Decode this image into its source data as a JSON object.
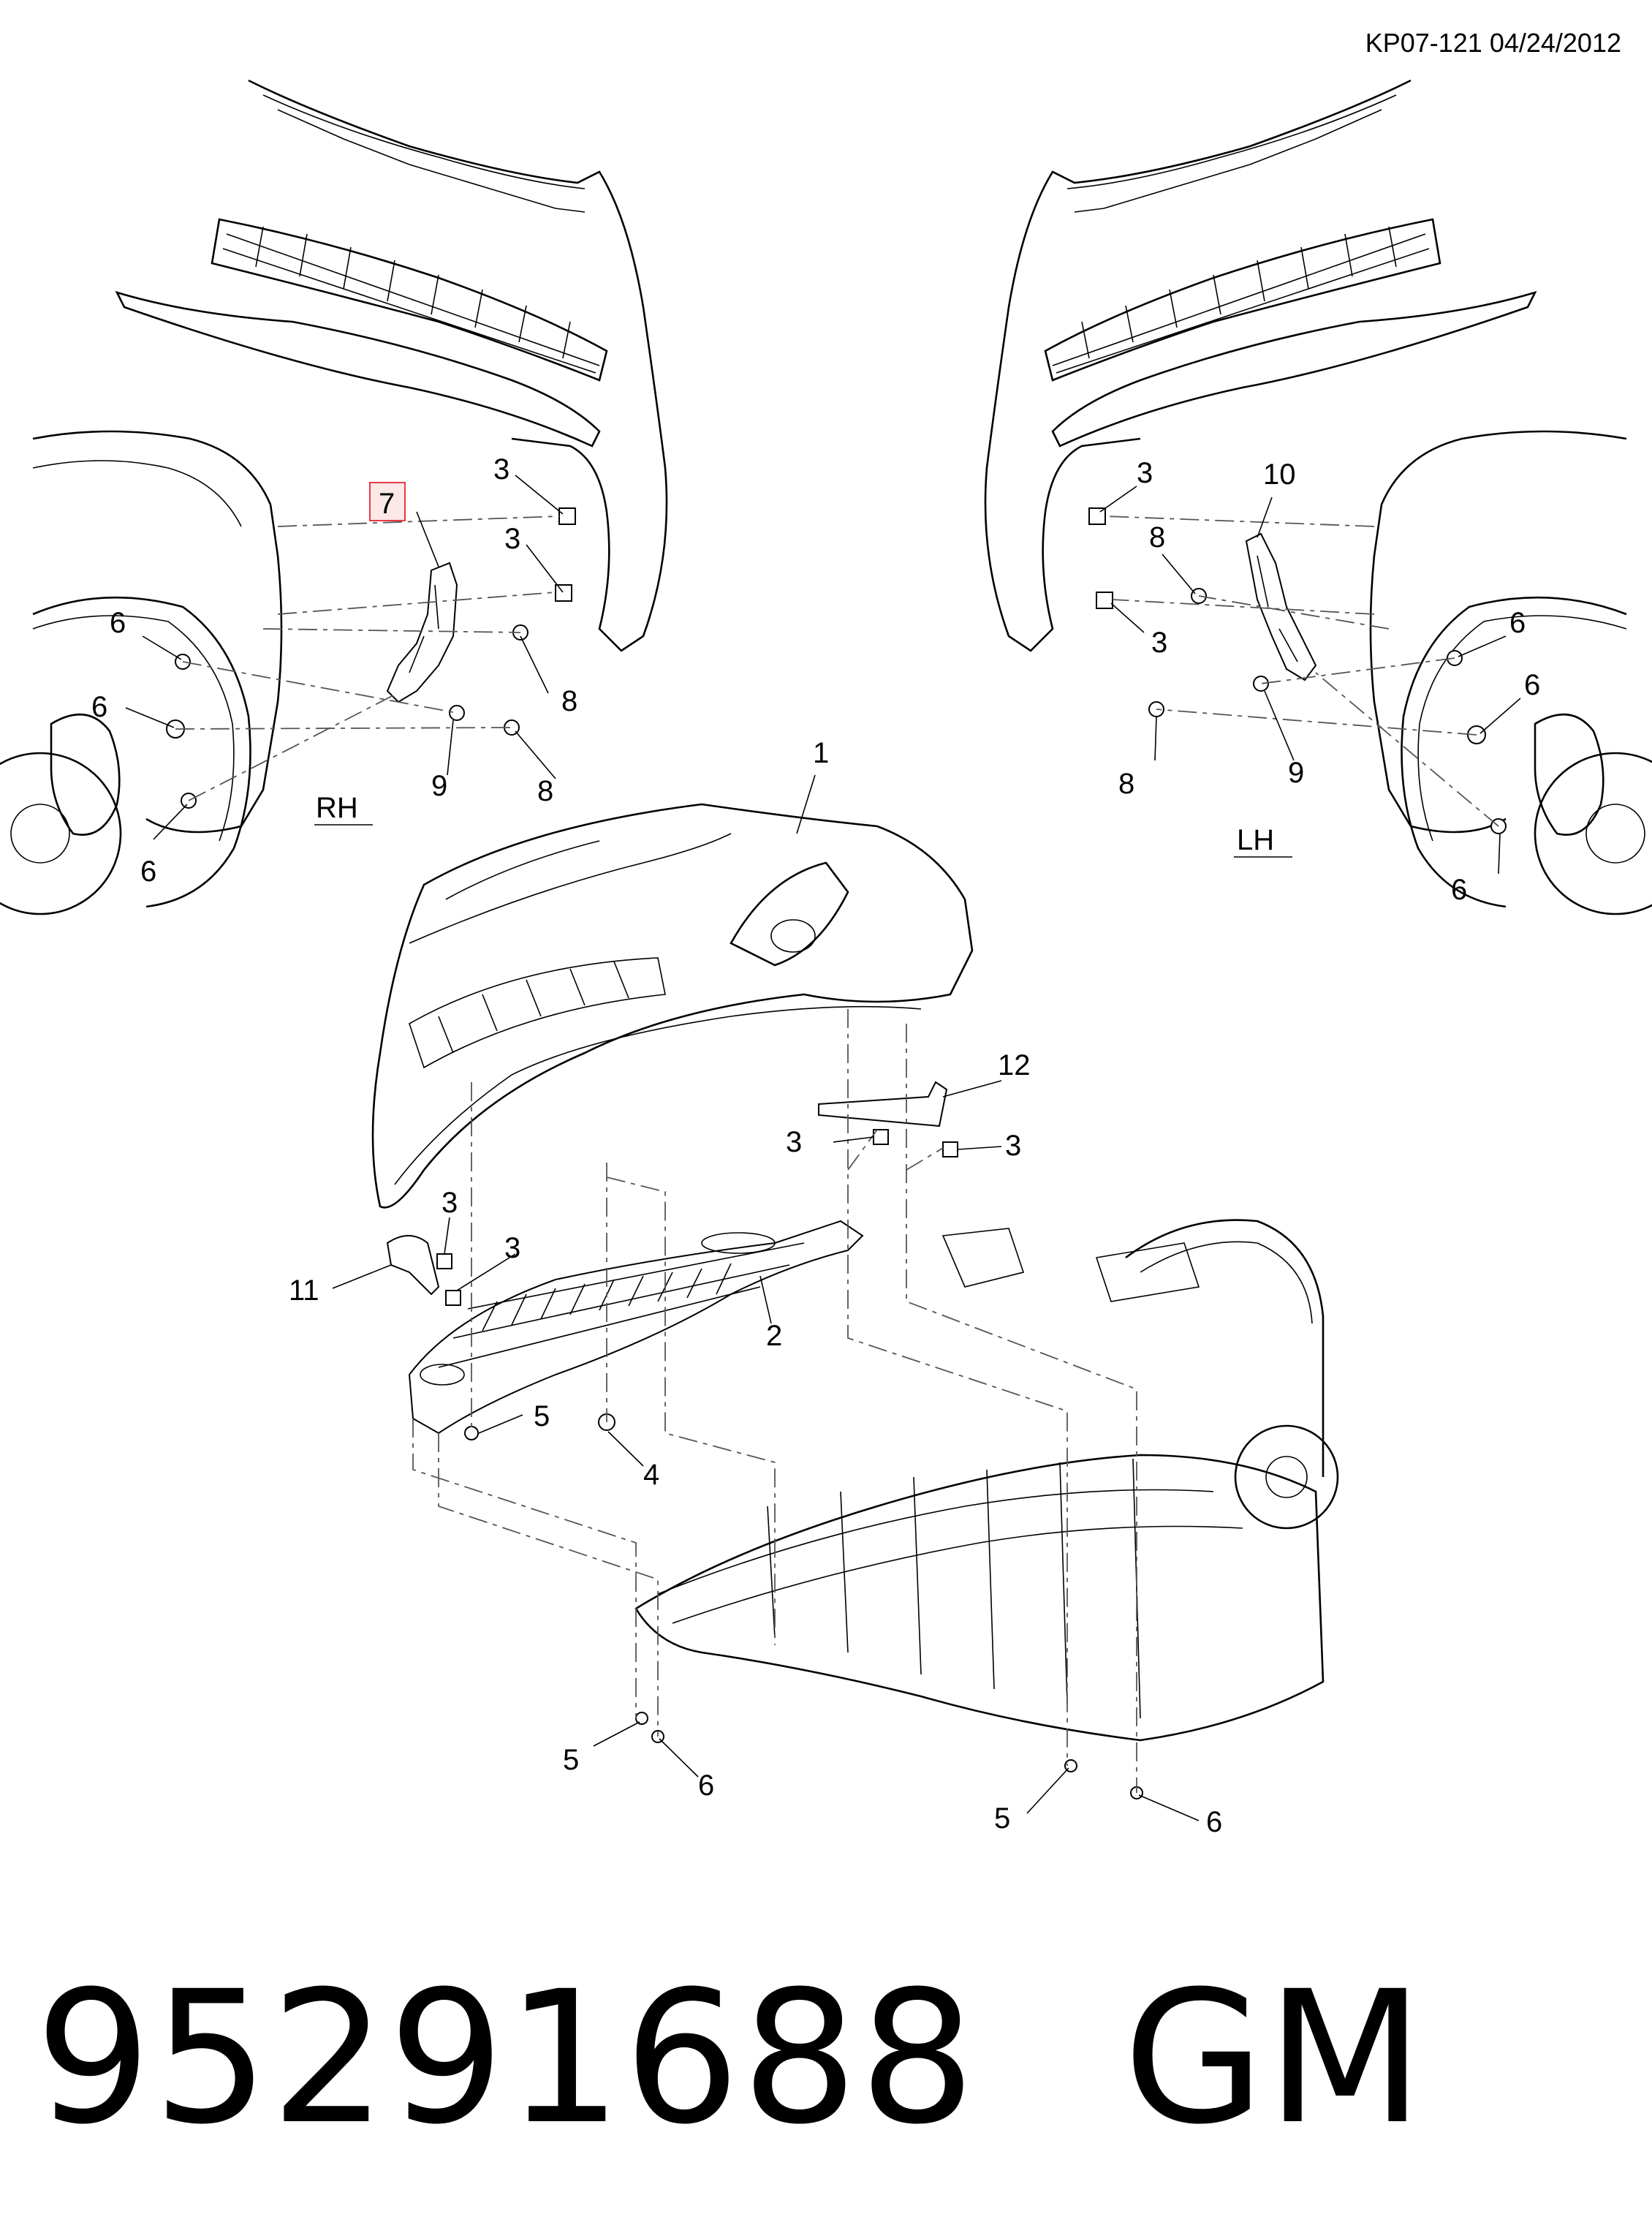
{
  "header": {
    "doc_code": "KP07-121 04/24/2012"
  },
  "footer": {
    "part_number": "95291688",
    "brand": "GM"
  },
  "side_labels": {
    "rh": "RH",
    "lh": "LH"
  },
  "highlight_color": "#e63946",
  "callouts": {
    "c1": "1",
    "c2": "2",
    "c3a": "3",
    "c3b": "3",
    "c3c": "3",
    "c3d": "3",
    "c3e": "3",
    "c3f": "3",
    "c3g": "3",
    "c3h": "3",
    "c4": "4",
    "c5a": "5",
    "c5b": "5",
    "c5c": "5",
    "c6a": "6",
    "c6b": "6",
    "c6c": "6",
    "c6d": "6",
    "c6e": "6",
    "c6f": "6",
    "c6g": "6",
    "c6h": "6",
    "c7": "7",
    "c8a": "8",
    "c8b": "8",
    "c8c": "8",
    "c8d": "8",
    "c9a": "9",
    "c9b": "9",
    "c10": "10",
    "c11": "11",
    "c12": "12"
  }
}
